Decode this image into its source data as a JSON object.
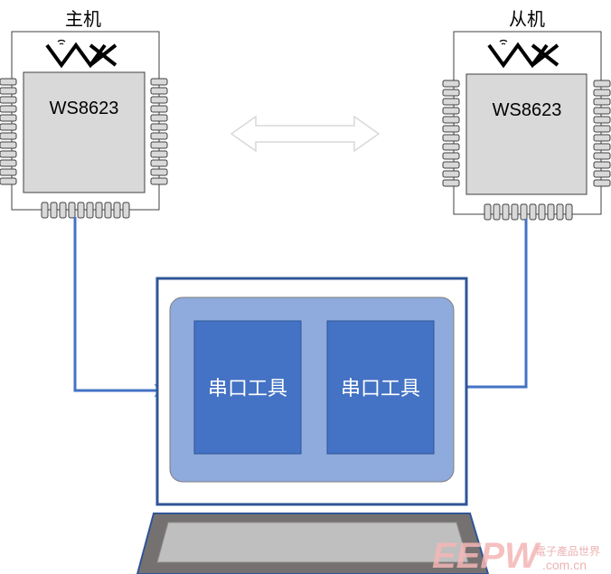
{
  "master": {
    "title": "主机",
    "chip_label": "WS8623"
  },
  "slave": {
    "title": "从机",
    "chip_label": "WS8623"
  },
  "laptop": {
    "left_tool_label": "串口工具",
    "right_tool_label": "串口工具"
  },
  "watermark": {
    "brand": "EEPW",
    "tagline": "電子產品世界",
    "domain": ".com.cn"
  },
  "colors": {
    "connector": "#4472c4",
    "laptop_border": "#2f5597",
    "screen_fill": "#8faadc",
    "panel_fill": "#4472c4",
    "chip_fill": "#d9d9d9",
    "arrow_outline": "#d9d9d9"
  }
}
